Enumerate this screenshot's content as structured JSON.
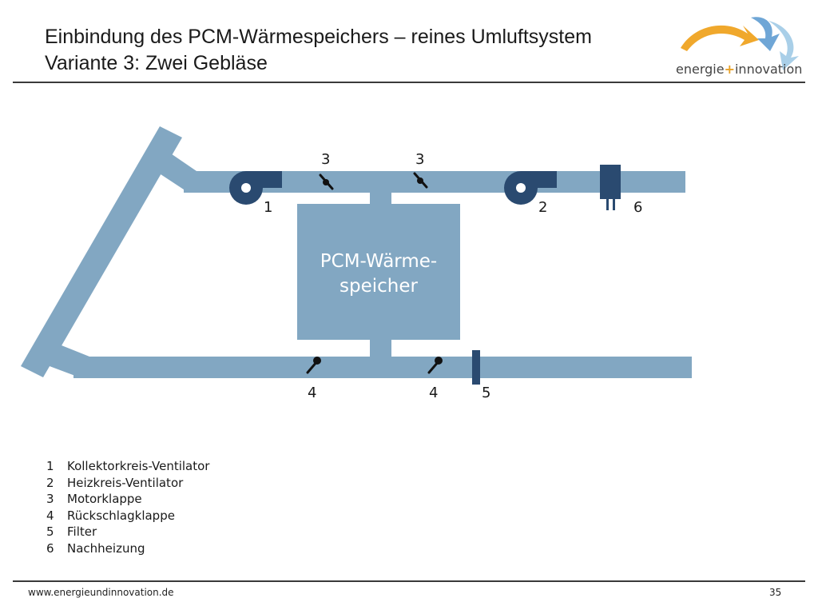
{
  "header": {
    "title_line1": "Einbindung des PCM-Wärmespeichers – reines Umluftsystem",
    "title_line2": "Variante 3: Zwei Gebläse",
    "logo_text_left": "energie",
    "logo_text_plus": "+",
    "logo_text_right": "innovation"
  },
  "diagram": {
    "storage_label_line1": "PCM-Wärme-",
    "storage_label_line2": "speicher",
    "markers": {
      "fan1": "1",
      "fan2": "2",
      "damper_left": "3",
      "damper_right": "3",
      "check_left": "4",
      "check_right": "4",
      "filter": "5",
      "heater": "6"
    },
    "colors": {
      "duct": "#82a7c2",
      "component": "#2a4a70",
      "text_on_storage": "#ffffff"
    }
  },
  "legend": {
    "items": [
      {
        "num": "1",
        "label": "Kollektorkreis-Ventilator"
      },
      {
        "num": "2",
        "label": "Heizkreis-Ventilator"
      },
      {
        "num": "3",
        "label": "Motorklappe"
      },
      {
        "num": "4",
        "label": "Rückschlagklappe"
      },
      {
        "num": "5",
        "label": "Filter"
      },
      {
        "num": "6",
        "label": "Nachheizung"
      }
    ]
  },
  "footer": {
    "url": "www.energieundinnovation.de",
    "page": "35"
  }
}
